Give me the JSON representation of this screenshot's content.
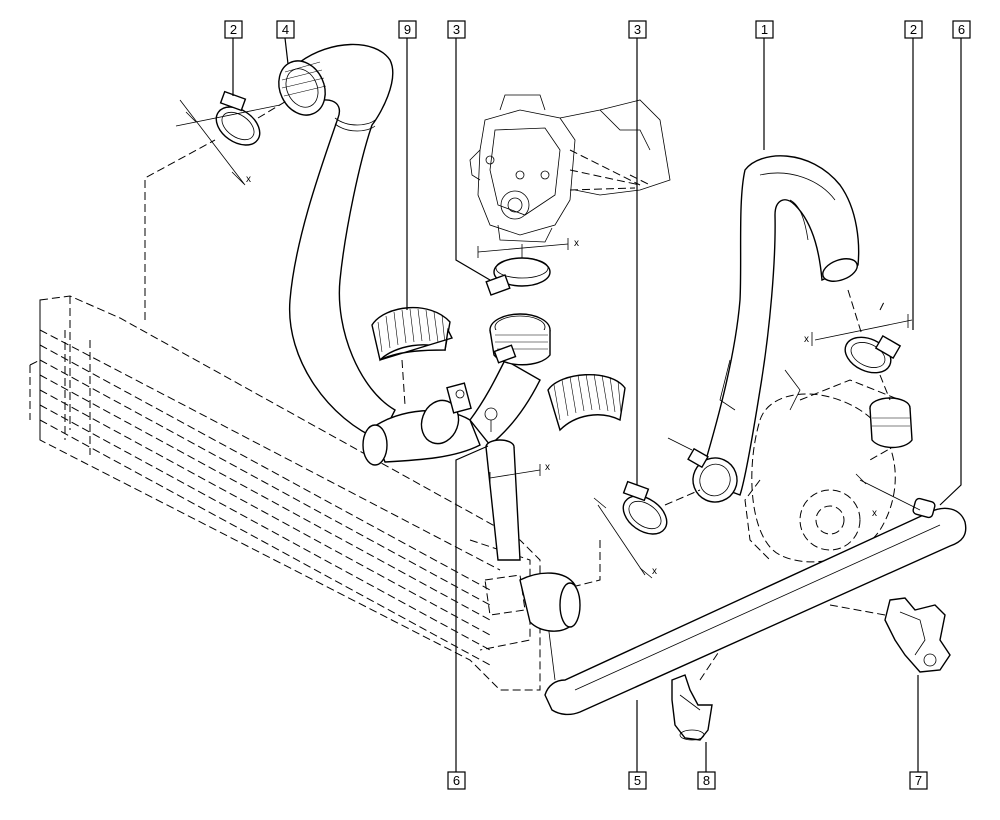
{
  "callouts": [
    {
      "id": "c-2a",
      "text": "2"
    },
    {
      "id": "c-4",
      "text": "4"
    },
    {
      "id": "c-9",
      "text": "9"
    },
    {
      "id": "c-3a",
      "text": "3"
    },
    {
      "id": "c-3b",
      "text": "3"
    },
    {
      "id": "c-1",
      "text": "1"
    },
    {
      "id": "c-2b",
      "text": "2"
    },
    {
      "id": "c-6a",
      "text": "6"
    },
    {
      "id": "c-6b",
      "text": "6"
    },
    {
      "id": "c-5",
      "text": "5"
    },
    {
      "id": "c-8",
      "text": "8"
    },
    {
      "id": "c-7",
      "text": "7"
    }
  ],
  "dimension_marker": "x"
}
